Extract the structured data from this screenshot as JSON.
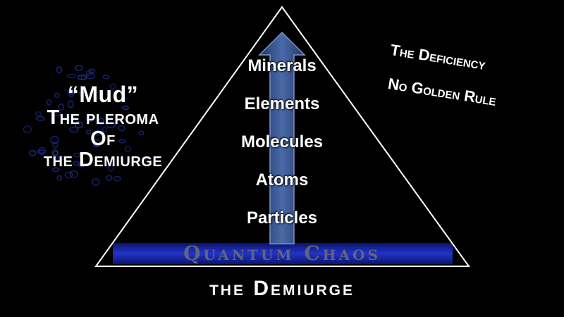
{
  "left": {
    "mud": "“Mud”",
    "line1": "The pleroma",
    "line2": "Of",
    "line3": "the Demiurge"
  },
  "right": {
    "deficiency": "The Deficiency",
    "golden_rule": "No Golden Rule"
  },
  "pyramid": {
    "layers": [
      "Minerals",
      "Elements",
      "Molecules",
      "Atoms",
      "Particles"
    ],
    "base_label": "Quantum Chaos"
  },
  "bottom_title": "the Demiurge",
  "colors": {
    "background": "#000000",
    "text": "#ffffff",
    "arrow": "#3a5a9a",
    "base_band": "#1a2ab0",
    "dots": "#1e2c8c"
  },
  "icons": {
    "arrow": "up-arrow-icon"
  }
}
